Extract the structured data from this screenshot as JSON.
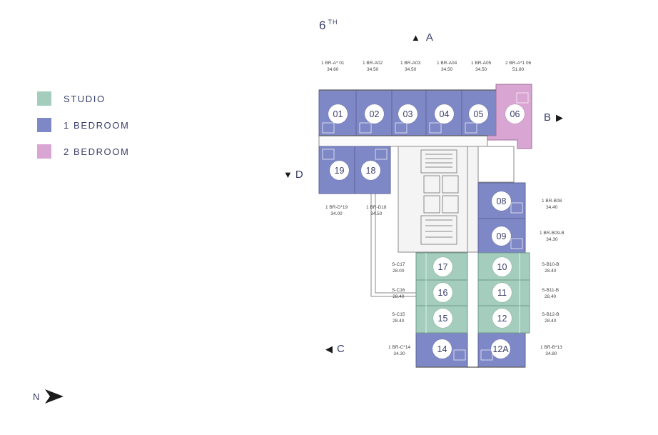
{
  "floor": {
    "label": "6",
    "suffix": "TH"
  },
  "legend": [
    {
      "label": "STUDIO",
      "color": "#a4cdbd"
    },
    {
      "label": "1 BEDROOM",
      "color": "#7f88c6"
    },
    {
      "label": "2 BEDROOM",
      "color": "#d9a6d3"
    }
  ],
  "directions": {
    "a": "A",
    "b": "B",
    "c": "C",
    "d": "D",
    "north": "N"
  },
  "units": {
    "u01": {
      "number": "01",
      "type": "1 BR-A* 01",
      "area": "34.60"
    },
    "u02": {
      "number": "02",
      "type": "1 BR-A02",
      "area": "34.50"
    },
    "u03": {
      "number": "03",
      "type": "1 BR-A03",
      "area": "34.50"
    },
    "u04": {
      "number": "04",
      "type": "1 BR-A04",
      "area": "34.50"
    },
    "u05": {
      "number": "05",
      "type": "1 BR-A05",
      "area": "34.50"
    },
    "u06": {
      "number": "06",
      "type": "2 BR-A*1 06",
      "area": "51.80"
    },
    "u08": {
      "number": "08",
      "type": "1 BR-B08",
      "area": "34.40"
    },
    "u09": {
      "number": "09",
      "type": "1 BR-B09-B",
      "area": "34.30"
    },
    "u10": {
      "number": "10",
      "type": "S-B10-B",
      "area": "28.40"
    },
    "u11": {
      "number": "11",
      "type": "S-B11-B",
      "area": "28.40"
    },
    "u12": {
      "number": "12",
      "type": "S-B12-B",
      "area": "28.40"
    },
    "u12a": {
      "number": "12A",
      "type": "1 BR-B*13",
      "area": "34.80"
    },
    "u14": {
      "number": "14",
      "type": "1 BR-C*14",
      "area": "34.30"
    },
    "u15": {
      "number": "15",
      "type": "S-C15",
      "area": "28.40"
    },
    "u16": {
      "number": "16",
      "type": "S-C16",
      "area": "28.40"
    },
    "u17": {
      "number": "17",
      "type": "S-C17",
      "area": "28.00"
    },
    "u18": {
      "number": "18",
      "type": "1 BR-D18",
      "area": "34.50"
    },
    "u19": {
      "number": "19",
      "type": "1 BR-D*19",
      "area": "34.00"
    }
  }
}
